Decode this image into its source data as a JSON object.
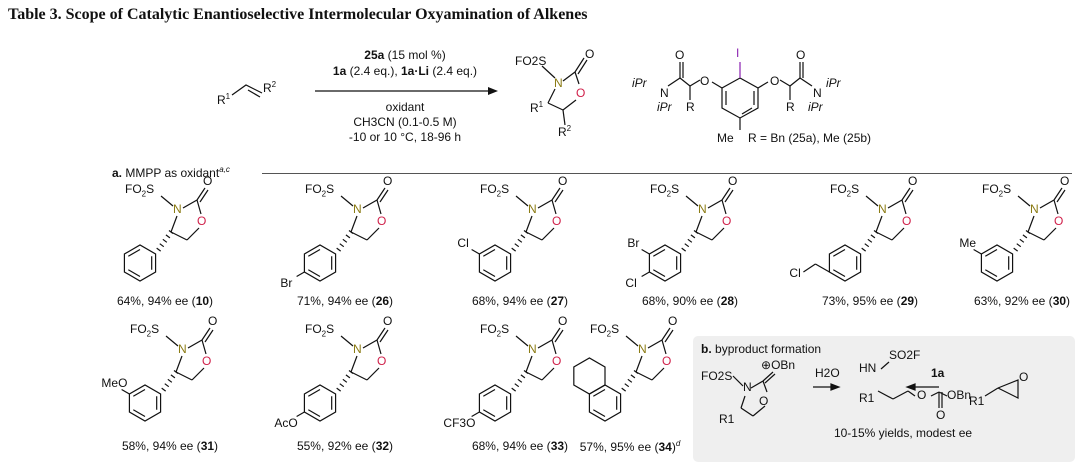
{
  "title": "Table 3. Scope of Catalytic Enantioselective Intermolecular Oxyamination of Alkenes",
  "scheme": {
    "substrate_r1": "R",
    "substrate_r2": "R",
    "cond_catalyst": "25a",
    "cond_catalyst_amount": "(15 mol %)",
    "cond_reagent1": "1a",
    "cond_reagent1_amount": "(2.4 eq.),",
    "cond_reagent2": "1a·Li",
    "cond_reagent2_amount": "(2.4 eq.)",
    "cond_oxidant": "oxidant",
    "cond_solvent": "CH3CN (0.1-0.5 M)",
    "cond_temp": "-10 or 10 °C, 18-96 h",
    "product_fo2s": "FO2S",
    "catalyst_label": "R = Bn (25a), Me (25b)",
    "catalyst_iodo": "I",
    "catalyst_me": "Me",
    "catalyst_ipr": "iPr",
    "catalyst_r": "R"
  },
  "section_a": {
    "label": "a.",
    "text": "MMPP as oxidant",
    "footnote": "a,c"
  },
  "compounds": [
    {
      "id": "10",
      "yield": "64%",
      "ee": "94% ee",
      "subs": []
    },
    {
      "id": "26",
      "yield": "71%",
      "ee": "94% ee",
      "subs": [
        {
          "pos": "para",
          "label": "Br"
        }
      ]
    },
    {
      "id": "27",
      "yield": "68%",
      "ee": "94% ee",
      "subs": [
        {
          "pos": "meta",
          "label": "Cl"
        }
      ]
    },
    {
      "id": "28",
      "yield": "68%",
      "ee": "90% ee",
      "subs": [
        {
          "pos": "meta",
          "label": "Br"
        },
        {
          "pos": "para",
          "label": "Cl"
        }
      ]
    },
    {
      "id": "29",
      "yield": "73%",
      "ee": "95% ee",
      "subs": [
        {
          "pos": "para-ch2",
          "label": "Cl"
        }
      ]
    },
    {
      "id": "30",
      "yield": "63%",
      "ee": "92% ee",
      "subs": [
        {
          "pos": "meta",
          "label": "Me"
        }
      ]
    },
    {
      "id": "31",
      "yield": "58%",
      "ee": "94% ee",
      "subs": [
        {
          "pos": "meta",
          "label": "MeO"
        }
      ]
    },
    {
      "id": "32",
      "yield": "55%",
      "ee": "92% ee",
      "subs": [
        {
          "pos": "para",
          "label": "AcO"
        }
      ]
    },
    {
      "id": "33",
      "yield": "68%",
      "ee": "94% ee",
      "subs": [
        {
          "pos": "para",
          "label": "CF3O"
        }
      ]
    },
    {
      "id": "34",
      "yield": "57%",
      "ee": "95% ee",
      "footnote": "d",
      "subs": [],
      "naphthyl": true
    }
  ],
  "section_b": {
    "label": "b.",
    "text": "byproduct formation",
    "reagent_water": "H2O",
    "reagent_1a": "1a",
    "result": "10-15% yields, modest ee",
    "obn": "OBn",
    "hn": "HN",
    "so2f": "SO2F",
    "r1": "R1"
  }
}
